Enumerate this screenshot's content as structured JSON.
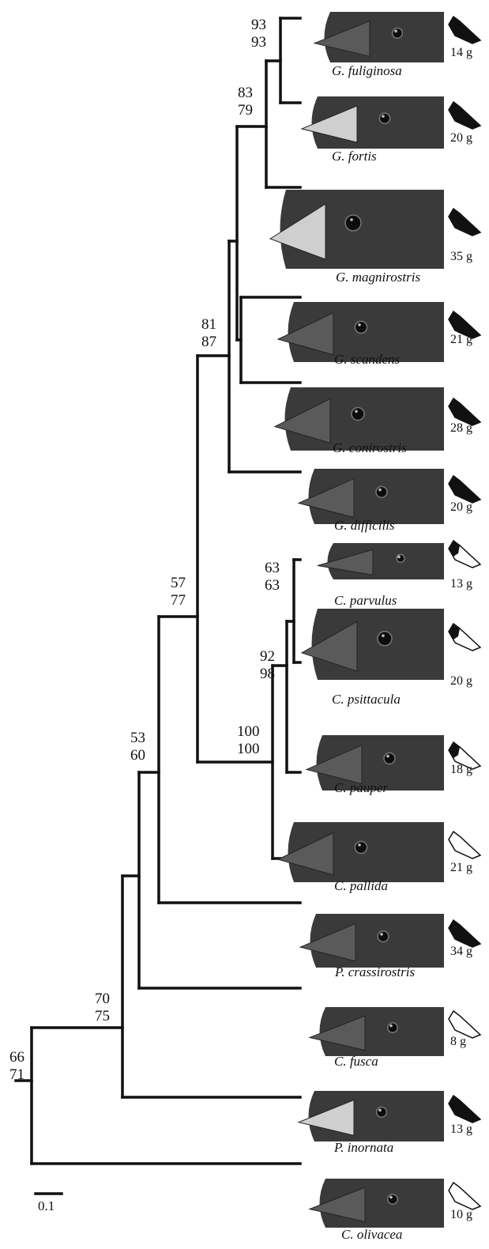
{
  "taxa": [
    {
      "name": "G. fuliginosa",
      "mass": "14 g",
      "plumage": "black"
    },
    {
      "name": "G. fortis",
      "mass": "20 g",
      "plumage": "black"
    },
    {
      "name": "G. magnirostris",
      "mass": "35 g",
      "plumage": "black"
    },
    {
      "name": "G. scandens",
      "mass": "21 g",
      "plumage": "black"
    },
    {
      "name": "G. conirostris",
      "mass": "28 g",
      "plumage": "black"
    },
    {
      "name": "G. difficilis",
      "mass": "20 g",
      "plumage": "black"
    },
    {
      "name": "C. parvulus",
      "mass": "13 g",
      "plumage": "partial"
    },
    {
      "name": "C. psittacula",
      "mass": "20 g",
      "plumage": "partial"
    },
    {
      "name": "C. pauper",
      "mass": "18 g",
      "plumage": "partial"
    },
    {
      "name": "C. pallida",
      "mass": "21 g",
      "plumage": "white"
    },
    {
      "name": "P. crassirostris",
      "mass": "34 g",
      "plumage": "black"
    },
    {
      "name": "C. fusca",
      "mass": "8 g",
      "plumage": "white"
    },
    {
      "name": "P. inornata",
      "mass": "13 g",
      "plumage": "black"
    },
    {
      "name": "C. olivacea",
      "mass": "10 g",
      "plumage": "white"
    }
  ],
  "support_values": [
    {
      "node": "fuliginosa-fortis",
      "top": "93",
      "bottom": "93"
    },
    {
      "node": "fuliginosa-magnirostris",
      "top": "83",
      "bottom": "79"
    },
    {
      "node": "ground-finches",
      "top": "81",
      "bottom": "87"
    },
    {
      "node": "tree-ground",
      "top": "57",
      "bottom": "77"
    },
    {
      "node": "parvulus-psittacula",
      "top": "63",
      "bottom": "63"
    },
    {
      "node": "parvulus-pauper",
      "top": "92",
      "bottom": "98"
    },
    {
      "node": "tree-finches",
      "top": "100",
      "bottom": "100"
    },
    {
      "node": "with-crassirostris",
      "top": "53",
      "bottom": "60"
    },
    {
      "node": "with-fusca",
      "top": "70",
      "bottom": "75"
    },
    {
      "node": "root",
      "top": "66",
      "bottom": "71"
    }
  ],
  "scale_bar": {
    "label": "0.1"
  },
  "colors": {
    "line": "#111111",
    "beak_light": "#cfcfcf",
    "head_dark": "#3a3a3a"
  }
}
